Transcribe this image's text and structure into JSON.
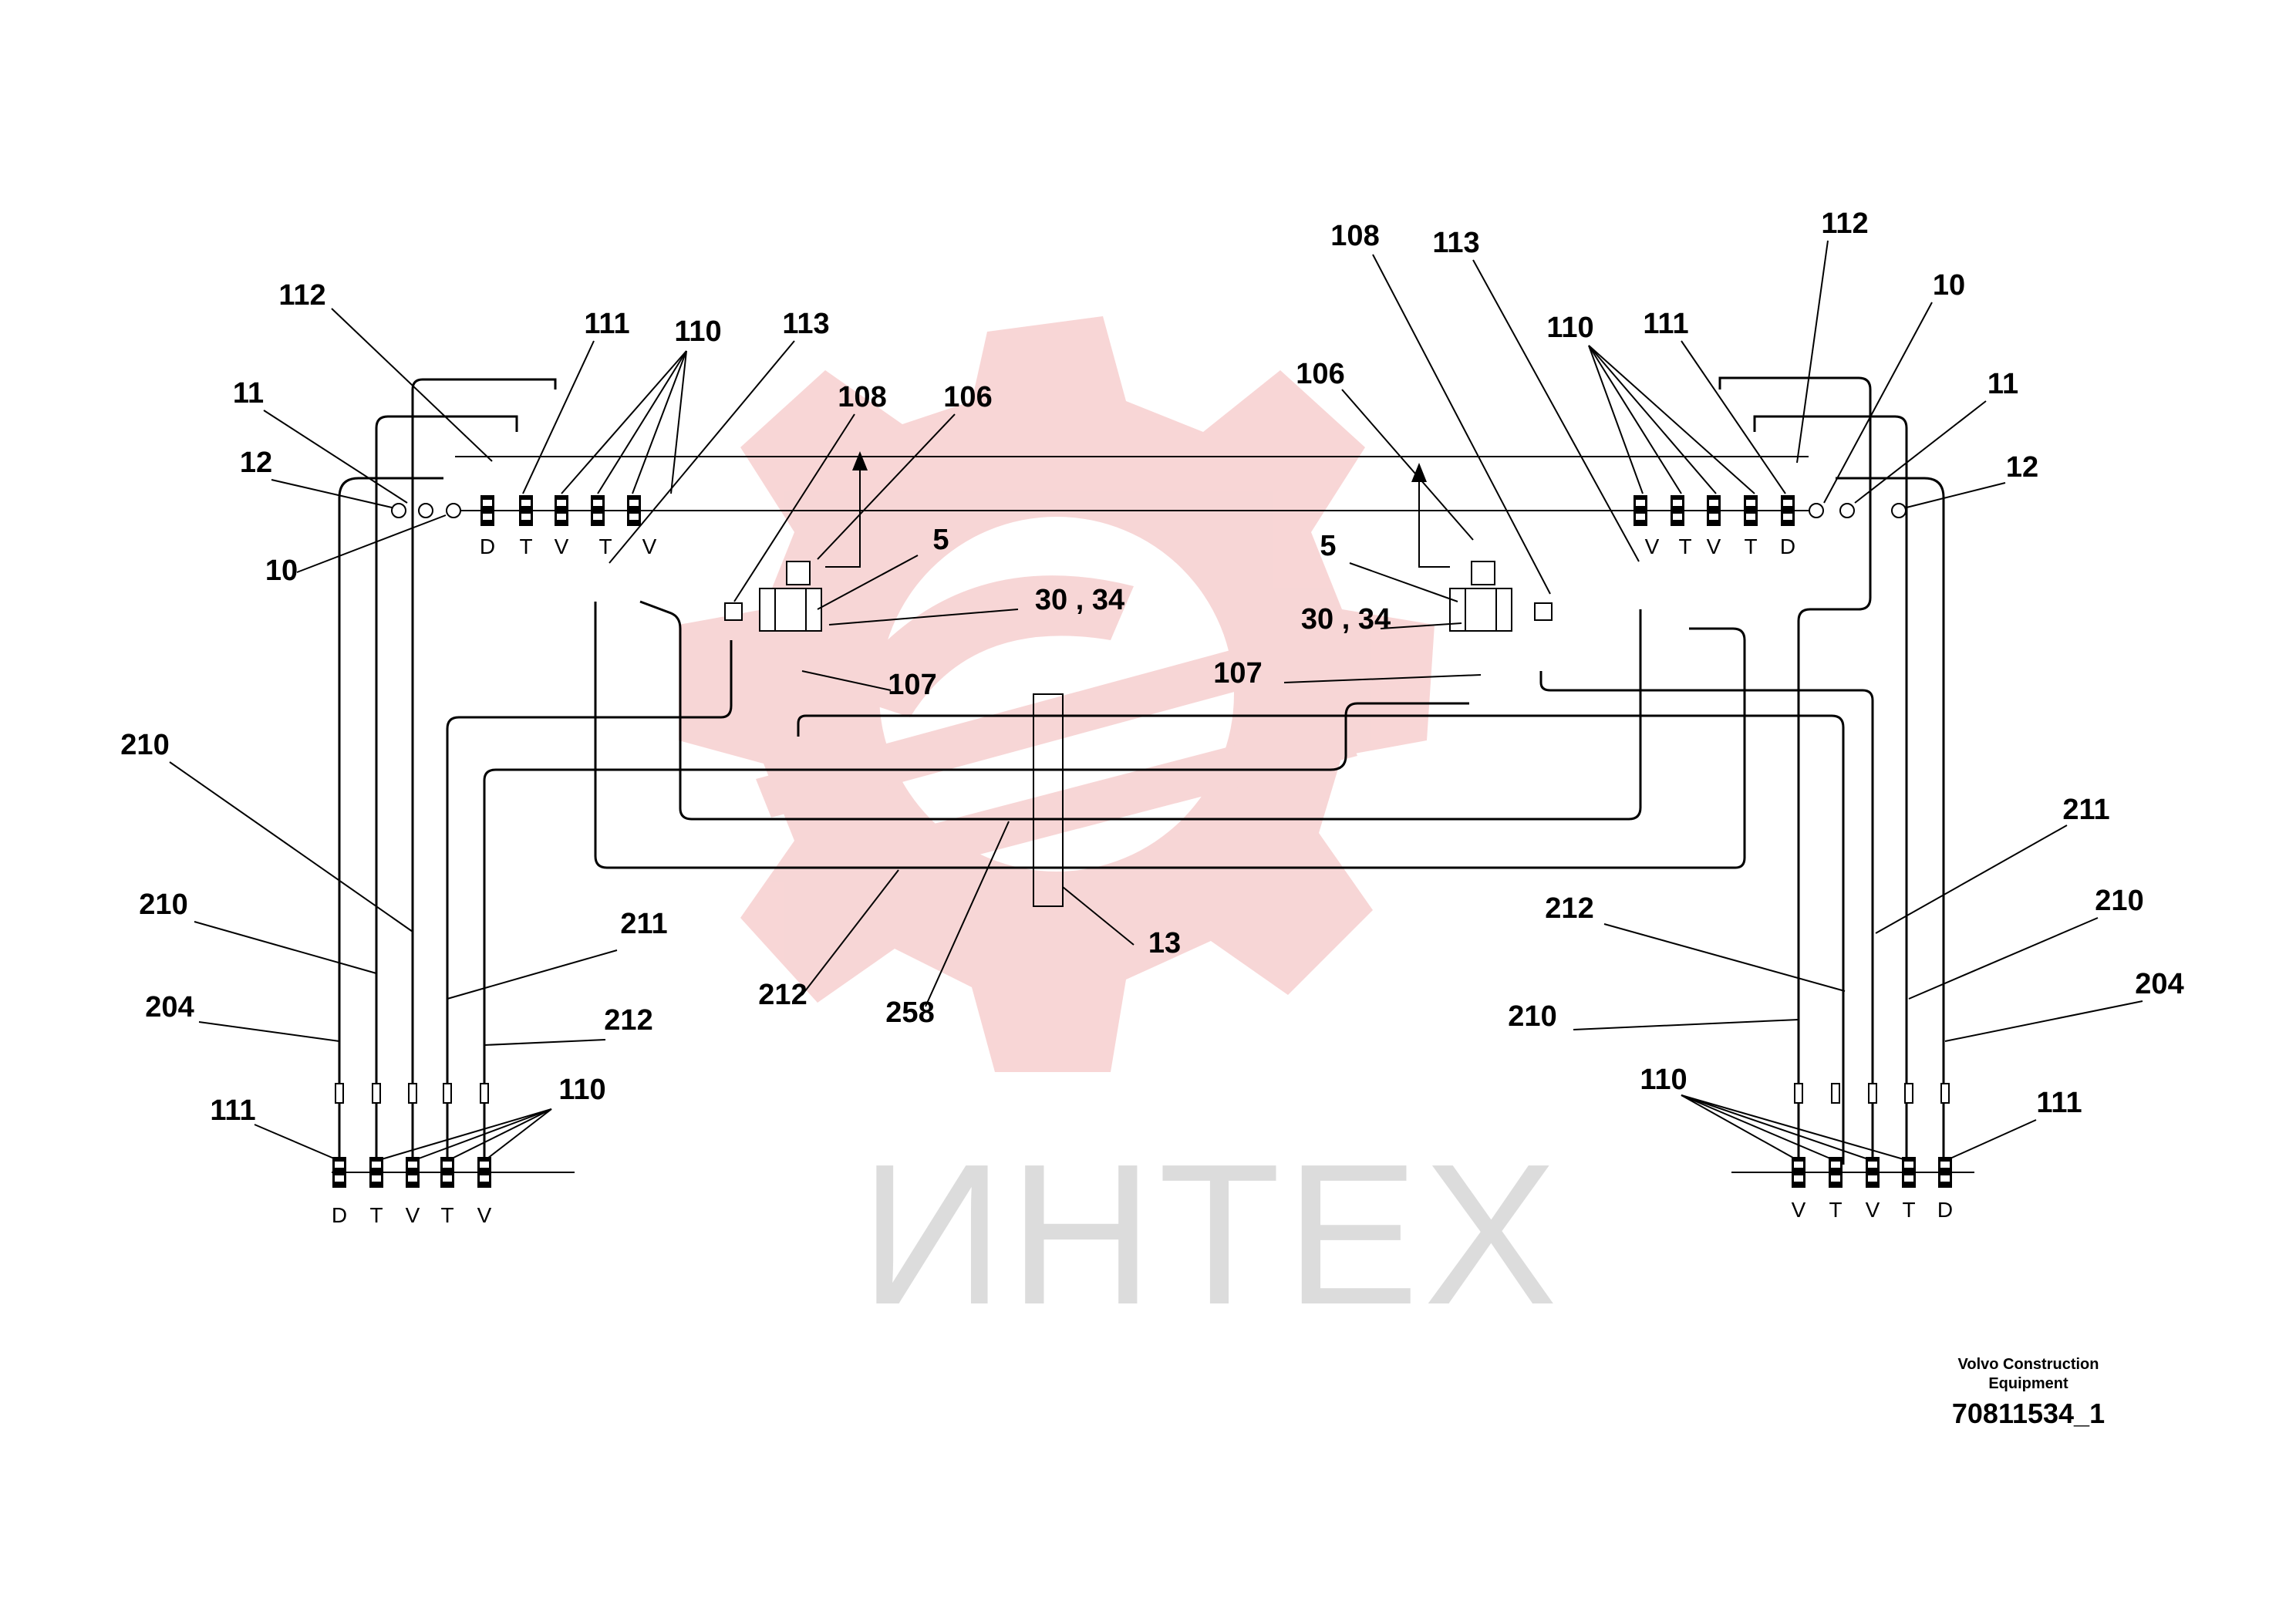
{
  "watermark": {
    "text": "ИНТЕХ",
    "color": "#f2b5b5"
  },
  "callouts": [
    {
      "text": "112"
    },
    {
      "text": "11"
    },
    {
      "text": "12"
    },
    {
      "text": "10"
    },
    {
      "text": "111"
    },
    {
      "text": "110"
    },
    {
      "text": "113"
    },
    {
      "text": "108"
    },
    {
      "text": "106"
    },
    {
      "text": "5"
    },
    {
      "text": "30 , 34"
    },
    {
      "text": "107"
    },
    {
      "text": "210"
    },
    {
      "text": "210"
    },
    {
      "text": "204"
    },
    {
      "text": "211"
    },
    {
      "text": "212"
    },
    {
      "text": "111"
    },
    {
      "text": "110"
    },
    {
      "text": "212"
    },
    {
      "text": "258"
    },
    {
      "text": "13"
    },
    {
      "text": "108"
    },
    {
      "text": "113"
    },
    {
      "text": "112"
    },
    {
      "text": "110"
    },
    {
      "text": "111"
    },
    {
      "text": "10"
    },
    {
      "text": "11"
    },
    {
      "text": "12"
    },
    {
      "text": "106"
    },
    {
      "text": "5"
    },
    {
      "text": "30 , 34"
    },
    {
      "text": "107"
    },
    {
      "text": "211"
    },
    {
      "text": "210"
    },
    {
      "text": "212"
    },
    {
      "text": "204"
    },
    {
      "text": "210"
    },
    {
      "text": "110"
    },
    {
      "text": "111"
    }
  ],
  "ports": {
    "top_left": [
      "D",
      "T",
      "V",
      "T",
      "V"
    ],
    "top_right": [
      "V",
      "T",
      "V",
      "T",
      "D"
    ],
    "bottom_left": [
      "D",
      "T",
      "V",
      "T",
      "V"
    ],
    "bottom_right": [
      "V",
      "T",
      "V",
      "T",
      "D"
    ]
  },
  "footer": {
    "company_line1": "Volvo Construction",
    "company_line2": "Equipment",
    "drawing_number": "70811534_1"
  }
}
